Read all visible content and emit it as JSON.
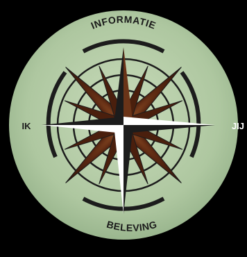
{
  "labels": {
    "top": "INFORMATIE",
    "bottom": "BELEVING",
    "left": "IK",
    "right": "JIJ"
  },
  "colors": {
    "background": "#000000",
    "disc": "#a9c39b",
    "disc_light": "#c5d8b8",
    "ink": "#1c1c1c",
    "star_dark": "#3a1a0c",
    "star_rust": "#7a3a1c",
    "star_light": "#ffffff"
  }
}
